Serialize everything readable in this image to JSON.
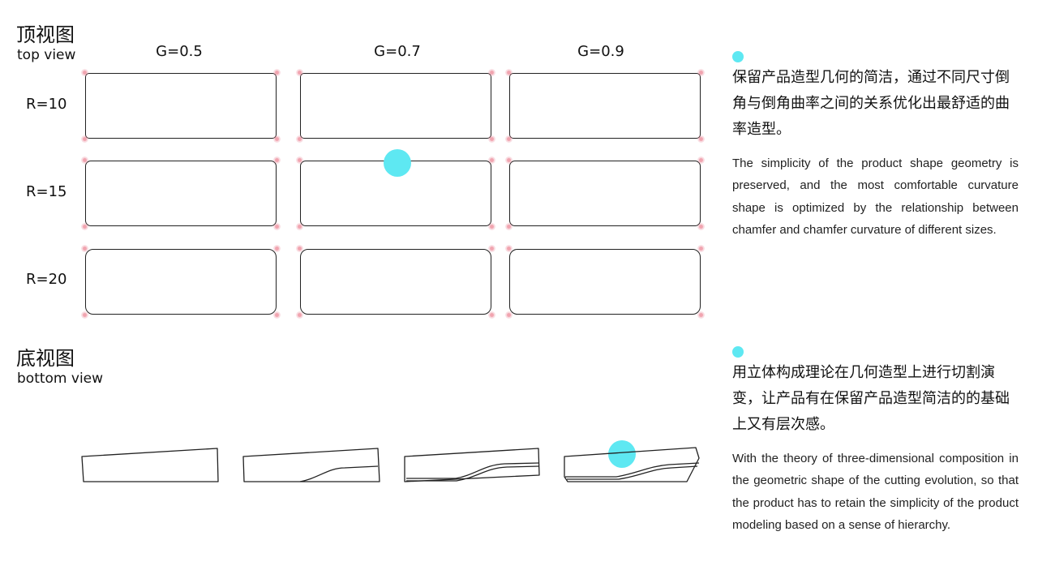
{
  "top_view": {
    "title_cn": "顶视图",
    "title_en": "top view",
    "columns": [
      "G=0.5",
      "G=0.7",
      "G=0.9"
    ],
    "rows": [
      "R=10",
      "R=15",
      "R=20"
    ]
  },
  "bottom_view": {
    "title_cn": "底视图",
    "title_en": "bottom view"
  },
  "notes": [
    {
      "cn": "保留产品造型几何的简洁，通过不同尺寸倒角与倒角曲率之间的关系优化出最舒适的曲率造型。",
      "en": "The simplicity of the product shape geometry is preserved, and the most comfortable curvature shape is optimized by the relationship between chamfer and chamfer curvature of different sizes."
    },
    {
      "cn": "用立体构成理论在几何造型上进行切割演变，让产品有在保留产品造型简洁的的基础上又有层次感。",
      "en": "With the theory of three-dimensional composition in the geometric shape of the cutting evolution, so that the product has to retain the simplicity of the product modeling based on a sense of hierarchy."
    }
  ],
  "colors": {
    "accent_dot": "#5ee8f2",
    "corner_mark": "#e66a7e",
    "outline": "#222222"
  }
}
